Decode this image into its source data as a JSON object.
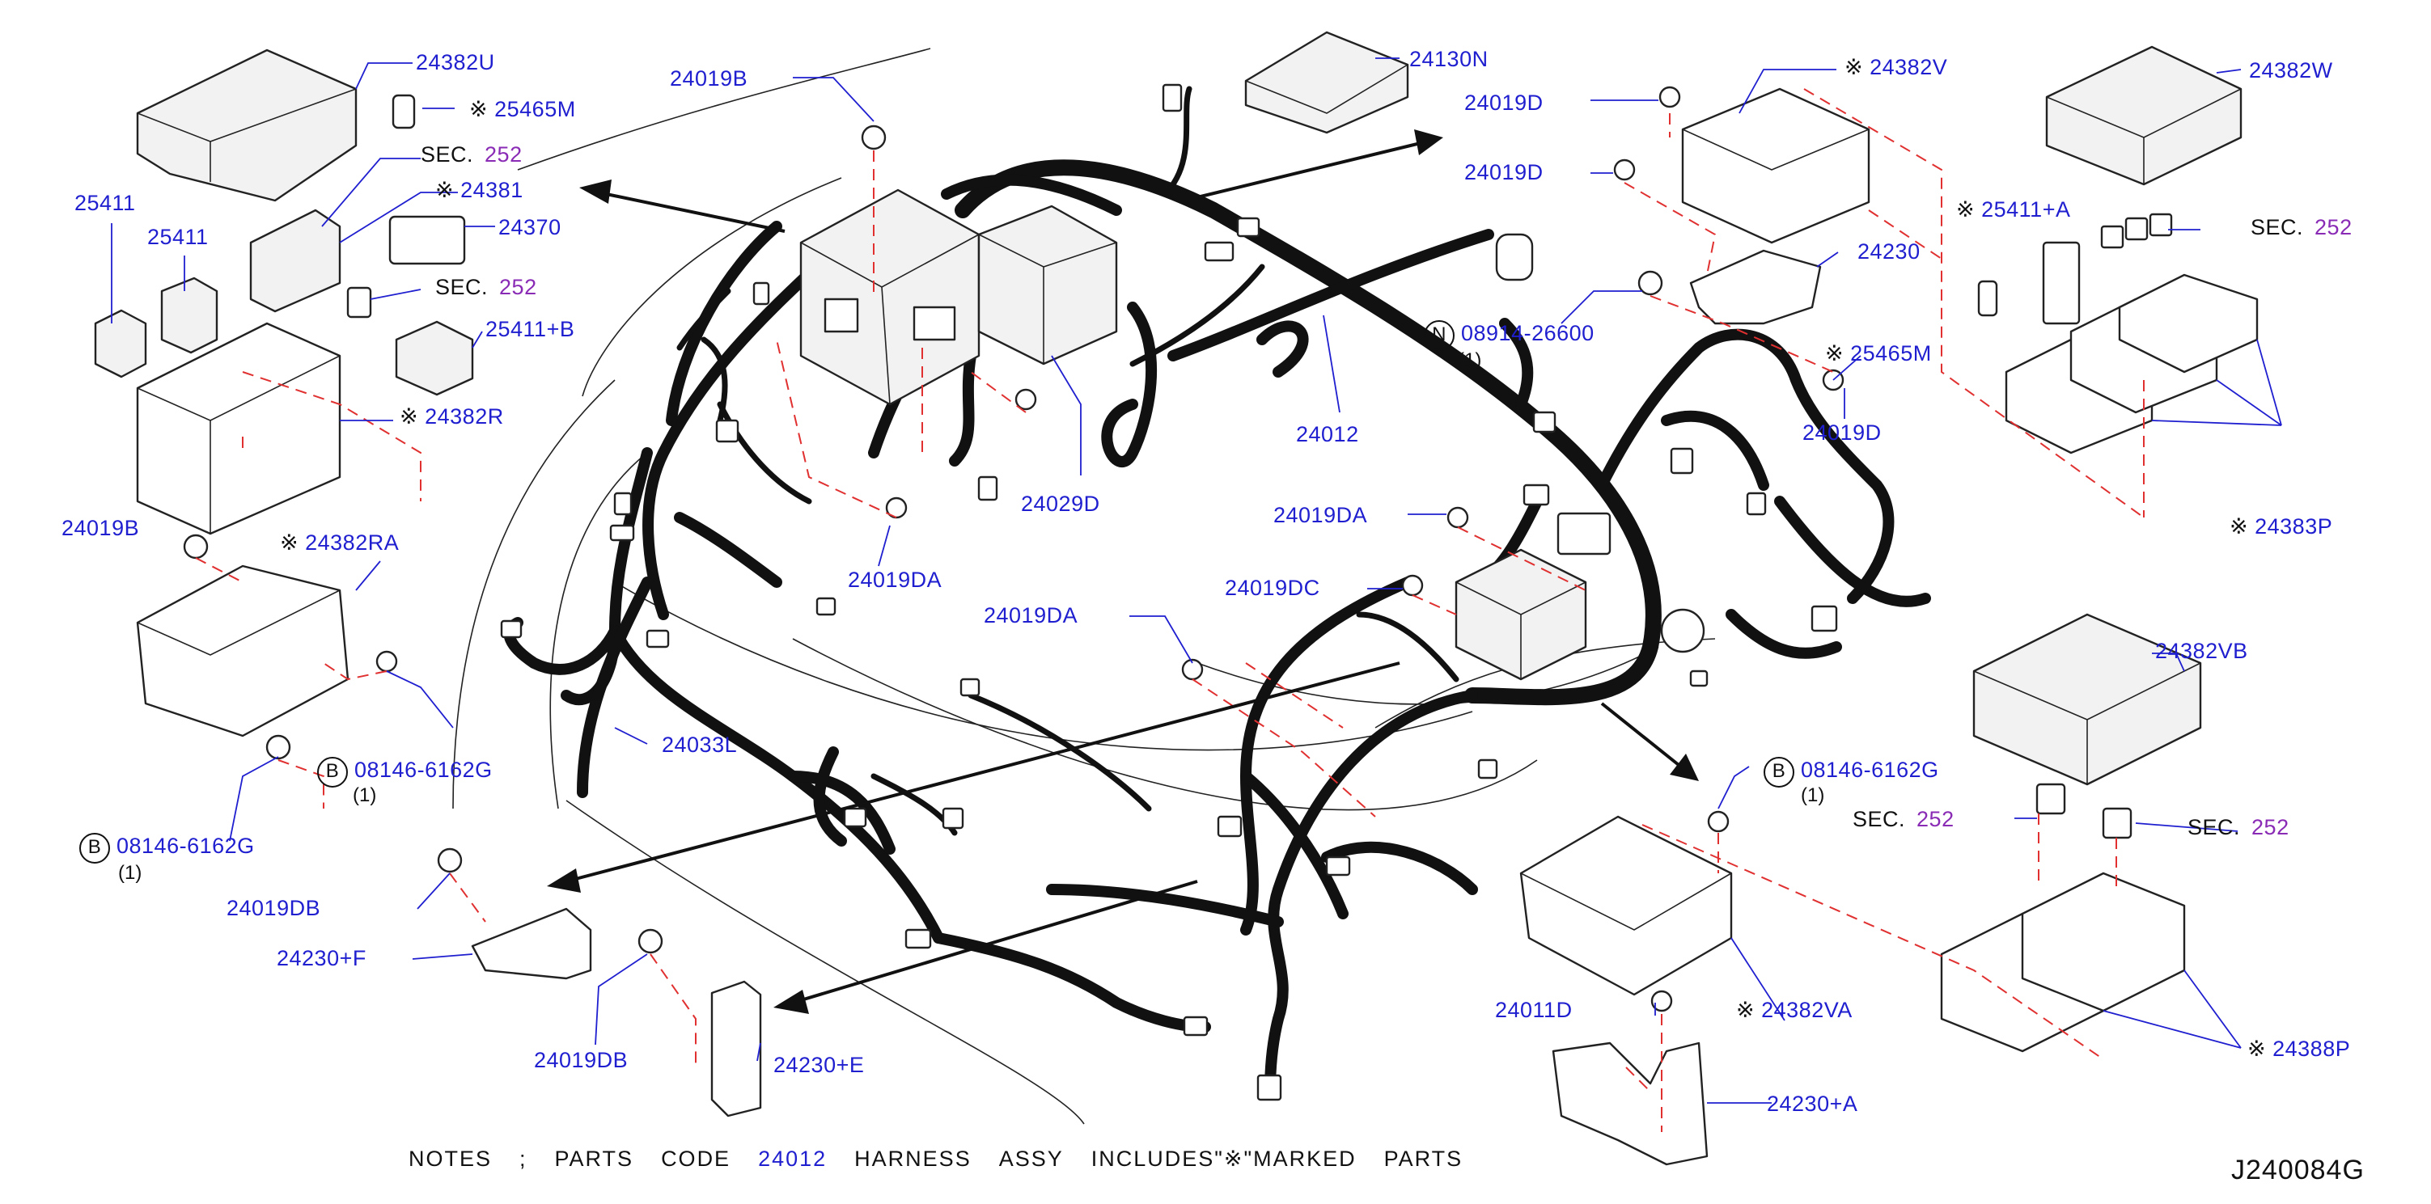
{
  "labels": {
    "p24382U": "24382U",
    "p25465M_top": "25465M",
    "sec_a": "SEC.",
    "sec_a_num": "252",
    "p24381": "24381",
    "p24370": "24370",
    "sec_b": "SEC.",
    "sec_b_num": "252",
    "p25411_a": "25411",
    "p25411_b": "25411",
    "p25411B": "25411+B",
    "p24382R": "24382R",
    "p24019B_left": "24019B",
    "p24382RA": "24382RA",
    "p08146_a": "08146-6162G",
    "p08146_a_qty": "(1)",
    "p08146_b": "08146-6162G",
    "p08146_b_qty": "(1)",
    "p24019DB_a": "24019DB",
    "p24230F": "24230+F",
    "p24019DB_b": "24019DB",
    "p24230E": "24230+E",
    "p24033L": "24033L",
    "p24019B_top": "24019B",
    "p24019DA_a": "24019DA",
    "p24029D": "24029D",
    "p24130N": "24130N",
    "p24012": "24012",
    "p24019D_a": "24019D",
    "p24019D_b": "24019D",
    "p24382V": "24382V",
    "p24230": "24230",
    "p08914": "08914-26600",
    "p08914_qty": "(1)",
    "p25465M_mid": "25465M",
    "p24019D_c": "24019D",
    "p24019DA_b": "24019DA",
    "p24019DC": "24019DC",
    "p24019DA_c": "24019DA",
    "p24382W": "24382W",
    "p25411A": "25411+A",
    "sec_c": "SEC.",
    "sec_c_num": "252",
    "p24383P": "24383P",
    "p24382VB": "24382VB",
    "p08146_c": "08146-6162G",
    "p08146_c_qty": "(1)",
    "sec_d": "SEC.",
    "sec_d_num": "252",
    "sec_e": "SEC.",
    "sec_e_num": "252",
    "p24382VA": "24382VA",
    "p24011D": "24011D",
    "p24230A": "24230+A",
    "p24388P": "24388P"
  },
  "markers": {
    "asterisk": "※",
    "circle_b": "B",
    "circle_n": "N"
  },
  "notes": {
    "w1": "NOTES",
    "w2": ";",
    "w3": "PARTS",
    "w4": "CODE",
    "code": "24012",
    "w5": "HARNESS",
    "w6": "ASSY",
    "w7": "INCLUDES\"※\"MARKED",
    "w8": "PARTS"
  },
  "drawing_ref": "J240084G",
  "colors": {
    "part_number": "#1f1fd0",
    "section_number": "#8a2bb5",
    "dash_leader": "#e03030",
    "line": "#111111"
  }
}
